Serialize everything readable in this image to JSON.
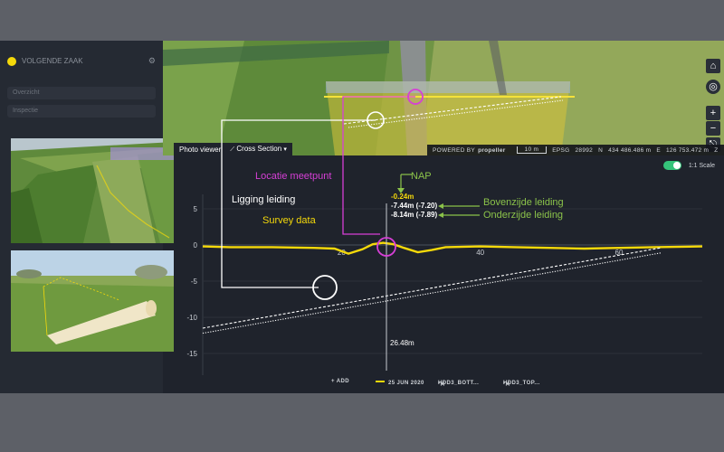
{
  "sidebar": {
    "app_name": "VOLGENDE ZAAK",
    "rows": [
      "Overzicht",
      "Inspectie"
    ]
  },
  "map": {
    "attribution": "POWERED BY",
    "brand": "propeller",
    "scale": "10 m",
    "epsg_label": "EPSG",
    "epsg": "28992",
    "n_label": "N",
    "n_value": "434 486.486 m",
    "e_label": "E",
    "e_value": "126 753.472 m",
    "z_label": "Z"
  },
  "tabs": {
    "photo_viewer": "Photo viewer",
    "cross_section": "Cross Section"
  },
  "scale_toggle": {
    "label": "1:1 Scale",
    "on": true
  },
  "annotations": {
    "locatie": "Locatie meetpunt",
    "nap": "NAP",
    "ligging": "Ligging leiding",
    "bovenzijde": "Bovenzijde leiding",
    "onderzijde": "Onderzijde leiding",
    "survey": "Survey data"
  },
  "readout": {
    "top": "-0.24m",
    "v1": "-7.44m (-7.20)",
    "v2": "-8.14m (-7.89)",
    "distance": "26.48m"
  },
  "chart_data": {
    "type": "line",
    "title": "",
    "xlabel": "",
    "ylabel": "",
    "x_ticks": [
      "20",
      "40",
      "60"
    ],
    "y_ticks": [
      "5",
      "0",
      "-5",
      "-10",
      "-15"
    ],
    "xlim": [
      0,
      72
    ],
    "ylim": [
      -18,
      7
    ],
    "grid": true,
    "series": [
      {
        "name": "25 JUN 2020",
        "color": "#f5d90a",
        "dash": "solid",
        "x": [
          0,
          4,
          10,
          16,
          19,
          21,
          23,
          24.5,
          26,
          27.5,
          29,
          31,
          33,
          35,
          40,
          45,
          50,
          55,
          60,
          65,
          72
        ],
        "y": [
          -0.2,
          -0.3,
          -0.3,
          -0.4,
          -0.5,
          -1.2,
          -0.6,
          0.1,
          0.3,
          0.1,
          -0.4,
          -1.0,
          -0.7,
          -0.3,
          -0.2,
          -0.3,
          -0.4,
          -0.5,
          -0.4,
          -0.3,
          -0.2
        ]
      },
      {
        "name": "HDD3_BOTT...",
        "color": "#ffffff",
        "dash": "dashed",
        "x": [
          0,
          66
        ],
        "y": [
          -11.5,
          -0.4
        ]
      },
      {
        "name": "HDD3_TOP...",
        "color": "#ffffff",
        "dash": "dotted",
        "x": [
          0,
          66
        ],
        "y": [
          -12.2,
          -1.1
        ]
      }
    ],
    "cursor_x": 26.48
  },
  "legend": {
    "add": "+ ADD",
    "close_glyph": "✕"
  },
  "colors": {
    "accent": "#f5d90a",
    "magenta": "#d63fd6",
    "green": "#8bc34a"
  }
}
